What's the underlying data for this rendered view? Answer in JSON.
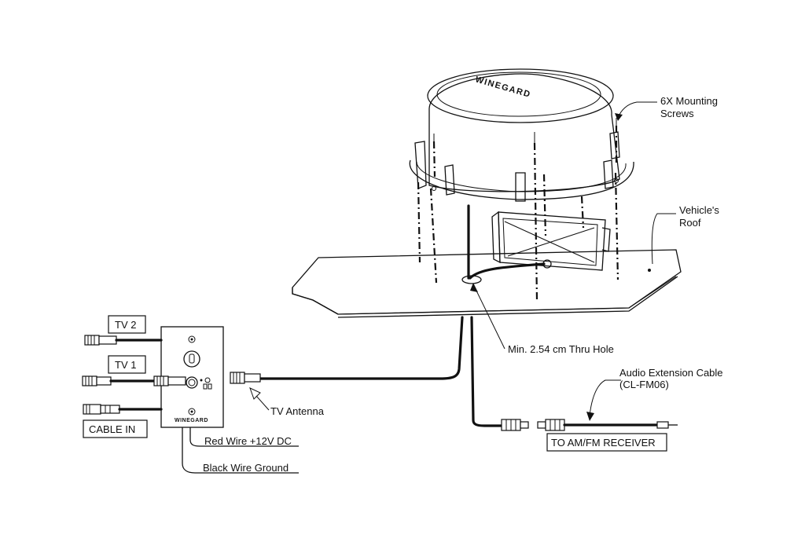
{
  "diagram": {
    "logo_text": "WINEGARD",
    "plate_logo_text": "WINEGARD",
    "labels": {
      "mounting_screws_line1": "6X Mounting",
      "mounting_screws_line2": "Screws",
      "vehicle_roof_line1": "Vehicle's",
      "vehicle_roof_line2": "Roof",
      "thru_hole": "Min. 2.54 cm Thru Hole",
      "audio_cable_line1": "Audio Extension Cable",
      "audio_cable_line2": "(CL-FM06)",
      "tv2": "TV 2",
      "tv1": "TV 1",
      "cable_in": "CABLE IN",
      "tv_antenna": "TV Antenna",
      "red_wire": "Red  Wire  +12V  DC",
      "black_wire": "Black Wire Ground",
      "am_fm_receiver": "TO AM/FM RECEIVER"
    }
  }
}
